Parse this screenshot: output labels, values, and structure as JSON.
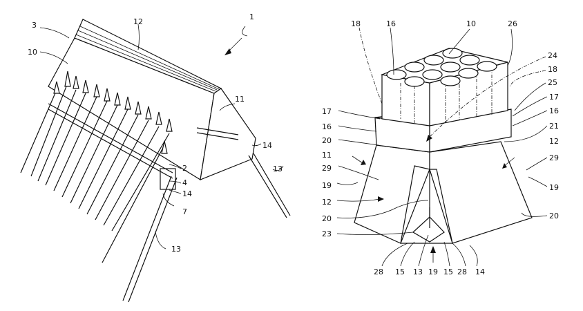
{
  "left_figure": {
    "labels": {
      "l1": "1",
      "l3": "3",
      "l10": "10",
      "l12": "12",
      "l11": "11",
      "l14a": "14",
      "l13a": "13",
      "l2": "2",
      "l4": "4",
      "l14b": "14",
      "l7": "7",
      "l13b": "13"
    }
  },
  "right_figure": {
    "labels": {
      "l18a": "18",
      "l16a": "16",
      "l10": "10",
      "l26": "26",
      "l24": "24",
      "l18b": "18",
      "l25": "25",
      "l17a": "17",
      "l17b": "17",
      "l16b": "16",
      "l16c": "16",
      "l20a": "20",
      "l21": "21",
      "l11": "11",
      "l12a": "12",
      "l29a": "29",
      "l29b": "29",
      "l19a": "19",
      "l19b": "19",
      "l12b": "12",
      "l20b": "20",
      "l20c": "20",
      "l23": "23",
      "l28a": "28",
      "l15a": "15",
      "l13": "13",
      "l19c": "19",
      "l15b": "15",
      "l28b": "28",
      "l14": "14"
    }
  }
}
